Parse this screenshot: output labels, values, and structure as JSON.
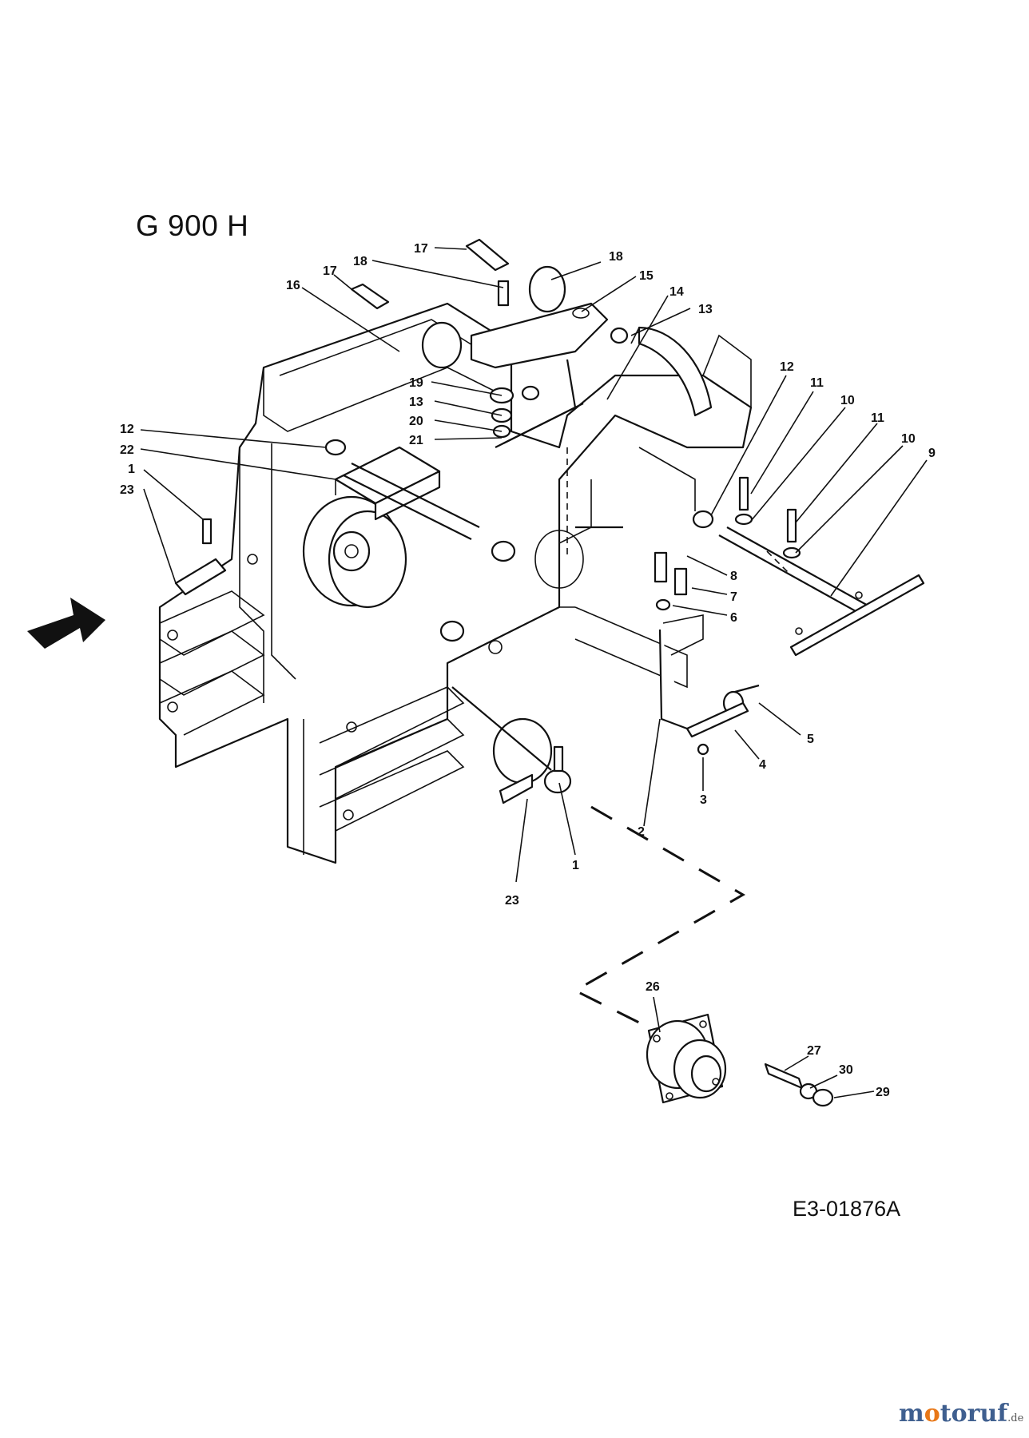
{
  "title": "G 900 H",
  "drawing_code": "E3-01876A",
  "watermark": {
    "part1": "m",
    "part_o": "o",
    "part2": "toruf",
    "suffix": ".de"
  },
  "callouts": {
    "c17a": "17",
    "c18a": "18",
    "c17b": "17",
    "c18b": "18",
    "c15": "15",
    "c16": "16",
    "c14": "14",
    "c13a": "13",
    "c19": "19",
    "c13b": "13",
    "c20": "20",
    "c21": "21",
    "c12a": "12",
    "c22": "22",
    "c1a": "1",
    "c23a": "23",
    "c12b": "12",
    "c11a": "11",
    "c10a": "10",
    "c11b": "11",
    "c10b": "10",
    "c9": "9",
    "c8": "8",
    "c7": "7",
    "c6": "6",
    "c5": "5",
    "c4": "4",
    "c3": "3",
    "c2": "2",
    "c1b": "1",
    "c23b": "23",
    "c26": "26",
    "c27": "27",
    "c30": "30",
    "c29": "29"
  },
  "colors": {
    "line": "#111111",
    "background": "#ffffff",
    "watermark_blue": "#3f5f8f",
    "watermark_orange": "#e87818"
  }
}
